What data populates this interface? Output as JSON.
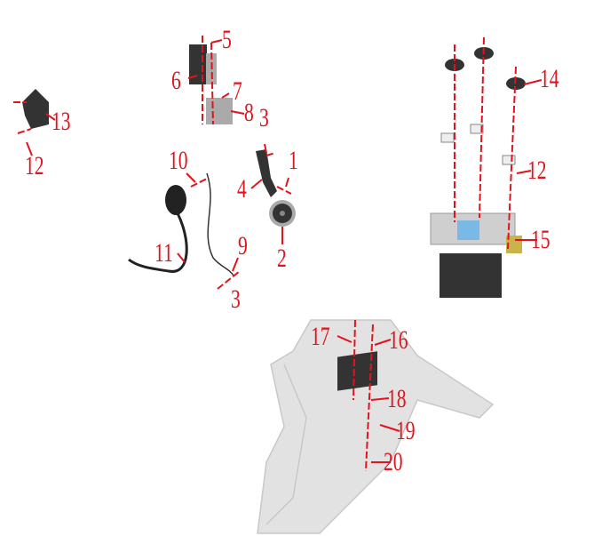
{
  "diagram": {
    "colors": {
      "label": "#e0141c",
      "part": "#2a2a2a",
      "fender": "#dcdcdc"
    },
    "callouts": [
      {
        "id": "c13",
        "text": "13"
      },
      {
        "id": "c12a",
        "text": "12"
      },
      {
        "id": "c5",
        "text": "5"
      },
      {
        "id": "c6",
        "text": "6"
      },
      {
        "id": "c7",
        "text": "7"
      },
      {
        "id": "c8",
        "text": "8"
      },
      {
        "id": "c3a",
        "text": "3"
      },
      {
        "id": "c1",
        "text": "1"
      },
      {
        "id": "c10",
        "text": "10"
      },
      {
        "id": "c4",
        "text": "4"
      },
      {
        "id": "c11",
        "text": "11"
      },
      {
        "id": "c9",
        "text": "9"
      },
      {
        "id": "c2",
        "text": "2"
      },
      {
        "id": "c3b",
        "text": "3"
      },
      {
        "id": "c14",
        "text": "14"
      },
      {
        "id": "c12b",
        "text": "12"
      },
      {
        "id": "c15",
        "text": "15"
      },
      {
        "id": "c17",
        "text": "17"
      },
      {
        "id": "c16",
        "text": "16"
      },
      {
        "id": "c18",
        "text": "18"
      },
      {
        "id": "c19",
        "text": "19"
      },
      {
        "id": "c20",
        "text": "20"
      }
    ]
  }
}
